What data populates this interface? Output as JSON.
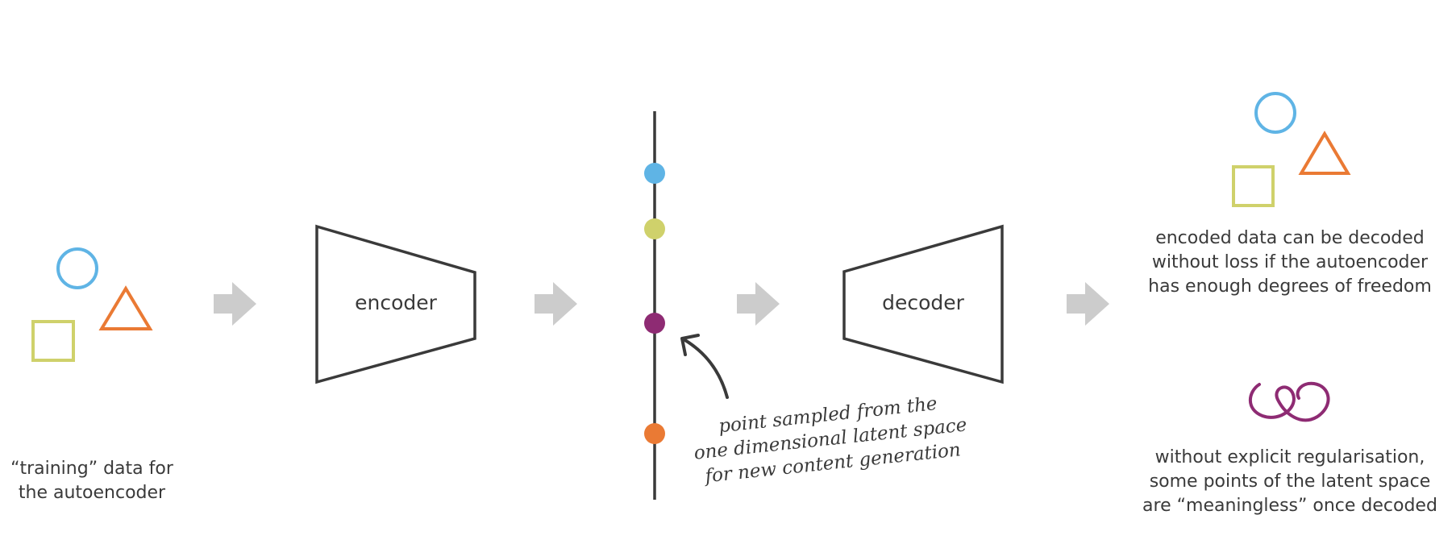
{
  "input": {
    "caption_line1": "“training” data for",
    "caption_line2": "the autoencoder"
  },
  "encoder": {
    "label": "encoder"
  },
  "decoder": {
    "label": "decoder"
  },
  "latent": {
    "annotation_line1": "point sampled from the",
    "annotation_line2": "one dimensional latent space",
    "annotation_line3": "for new content generation"
  },
  "output_top": {
    "caption_line1": "encoded data can be decoded",
    "caption_line2": "without loss if the autoencoder",
    "caption_line3": "has enough degrees of freedom"
  },
  "output_bottom": {
    "caption_line1": "without explicit regularisation,",
    "caption_line2": "some points of the latent space",
    "caption_line3": "are “meaningless” once decoded"
  },
  "colors": {
    "blue": "#5fb4e5",
    "orange": "#ea7a34",
    "yellow_green": "#cfd16b",
    "purple": "#8e2b73",
    "outline": "#3a3a3a",
    "arrow_gray": "#cccccc"
  },
  "icons": [
    "circle-shape",
    "triangle-shape",
    "square-shape",
    "scribble-shape",
    "flow-arrow",
    "curved-pointer-arrow"
  ]
}
